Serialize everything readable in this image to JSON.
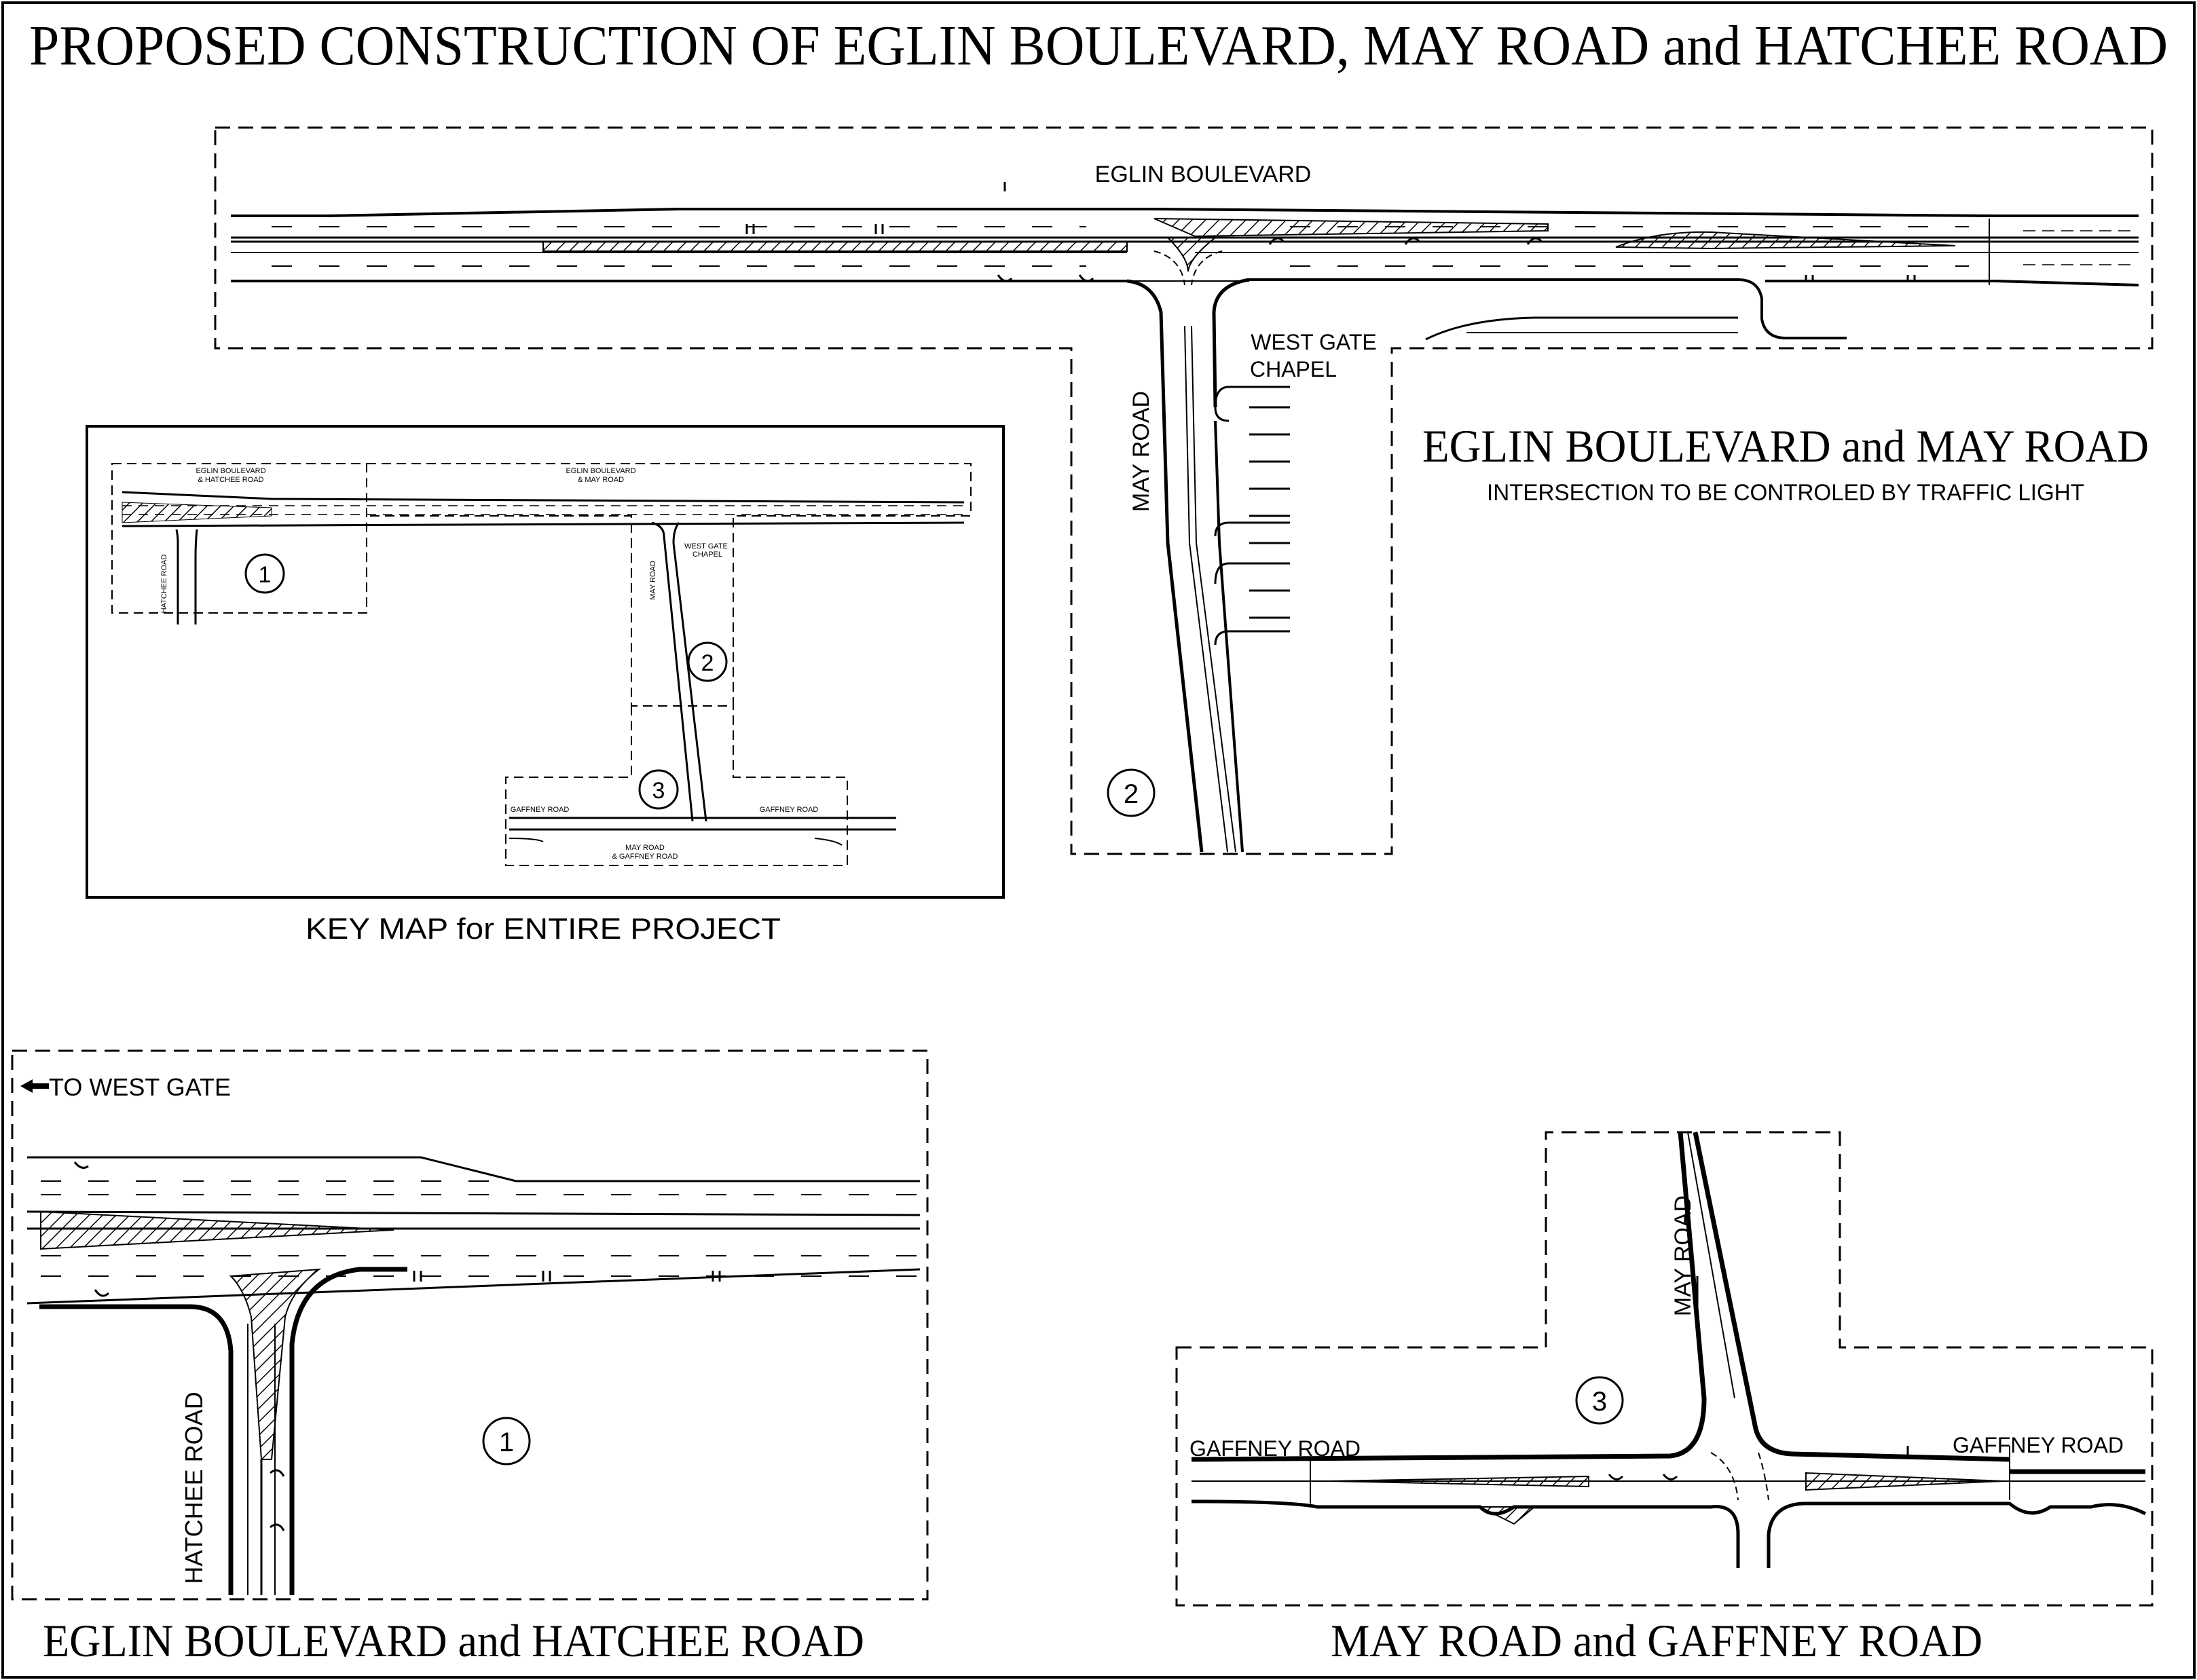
{
  "sheet": {
    "title": "PROPOSED CONSTRUCTION OF EGLIN BOULEVARD, MAY ROAD and HATCHEE ROAD"
  },
  "key_map": {
    "caption": "KEY MAP for ENTIRE PROJECT",
    "label_eglin_hatchee_1": "EGLIN BOULEVARD",
    "label_eglin_hatchee_2": "& HATCHEE ROAD",
    "label_eglin_may_1": "EGLIN BOULEVARD",
    "label_eglin_may_2": "& MAY ROAD",
    "label_hatchee": "HATCHEE ROAD",
    "label_may": "MAY ROAD",
    "label_westgate": "WEST GATE",
    "label_chapel": "CHAPEL",
    "label_gaffney_left": "GAFFNEY ROAD",
    "label_gaffney_right": "GAFFNEY ROAD",
    "label_may_gaffney_1": "MAY ROAD",
    "label_may_gaffney_2": "& GAFFNEY ROAD",
    "marker_1": "1",
    "marker_2": "2",
    "marker_3": "3"
  },
  "panel_eglin_may": {
    "title": "EGLIN BOULEVARD and MAY ROAD",
    "subtitle": "INTERSECTION TO BE CONTROLED BY TRAFFIC LIGHT",
    "label_eglin": "EGLIN BOULEVARD",
    "label_may": "MAY ROAD",
    "label_westgate": "WEST GATE",
    "label_chapel": "CHAPEL",
    "marker": "2"
  },
  "panel_eglin_hatchee": {
    "title": "EGLIN BOULEVARD and HATCHEE ROAD",
    "label_to_west_gate": "TO WEST GATE",
    "label_hatchee": "HATCHEE ROAD",
    "marker": "1"
  },
  "panel_may_gaffney": {
    "title": "MAY ROAD and GAFFNEY ROAD",
    "label_may": "MAY ROAD",
    "label_gaffney_left": "GAFFNEY ROAD",
    "label_gaffney_right": "GAFFNEY ROAD",
    "marker": "3"
  }
}
